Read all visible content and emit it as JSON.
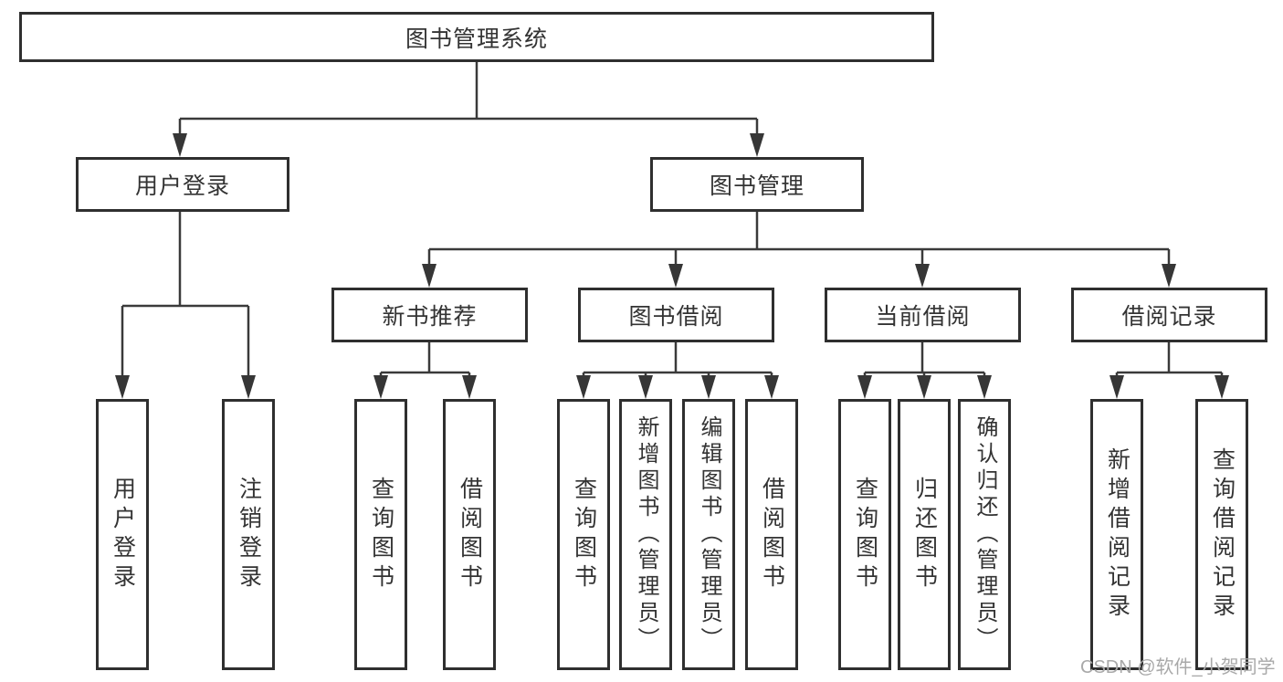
{
  "diagram": {
    "title": "图书管理系统",
    "branches": [
      {
        "label": "用户登录",
        "children": [
          {
            "label": "用户登录"
          },
          {
            "label": "注销登录"
          }
        ]
      },
      {
        "label": "图书管理",
        "children": [
          {
            "label": "新书推荐",
            "children": [
              {
                "label": "查询图书"
              },
              {
                "label": "借阅图书"
              }
            ]
          },
          {
            "label": "图书借阅",
            "children": [
              {
                "label": "查询图书"
              },
              {
                "label": "新增图书（管理员）"
              },
              {
                "label": "编辑图书（管理员）"
              },
              {
                "label": "借阅图书"
              }
            ]
          },
          {
            "label": "当前借阅",
            "children": [
              {
                "label": "查询图书"
              },
              {
                "label": "归还图书"
              },
              {
                "label": "确认归还（管理员）"
              }
            ]
          },
          {
            "label": "借阅记录",
            "children": [
              {
                "label": "新增借阅记录"
              },
              {
                "label": "查询借阅记录"
              }
            ]
          }
        ]
      }
    ]
  },
  "watermark": {
    "text": "CSDN @软件_小贺同学"
  },
  "colors": {
    "line": "#3a3a3a",
    "arrow": "#363636",
    "box_border": "#2f2f2f",
    "text": "#333333",
    "watermark": "#a9a9a9",
    "background": "#ffffff"
  }
}
